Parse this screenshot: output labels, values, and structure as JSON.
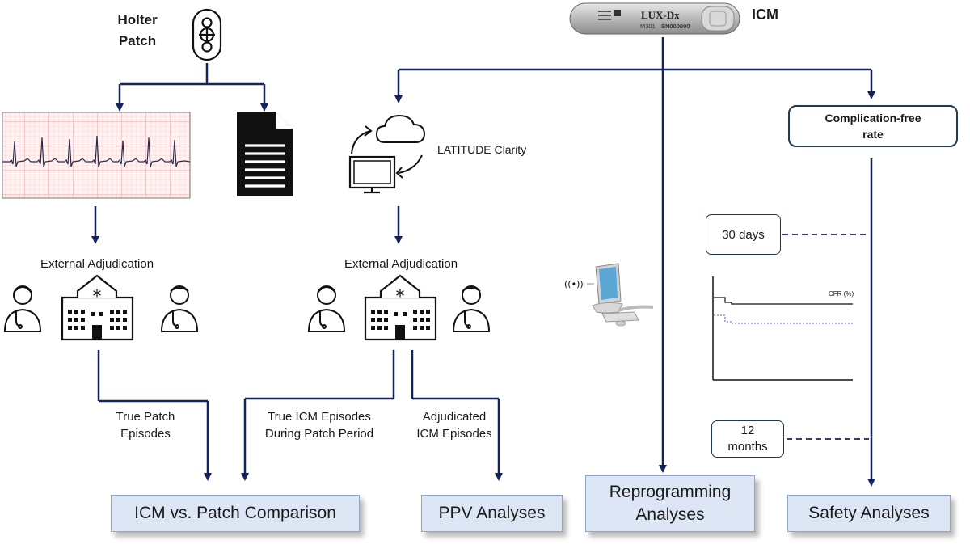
{
  "holter": {
    "title_line1": "Holter",
    "title_line2": "Patch"
  },
  "icm": {
    "title": "ICM",
    "device_brand": "LUX-Dx",
    "device_model": "M301",
    "device_serial": "SN000000"
  },
  "remote": {
    "label": "LATITUDE Clarity"
  },
  "adjudication": {
    "left_label": "External Adjudication",
    "right_label": "External Adjudication"
  },
  "flows": {
    "true_patch_line1": "True Patch",
    "true_patch_line2": "Episodes",
    "true_icm_line1": "True ICM Episodes",
    "true_icm_line2": "During Patch Period",
    "adjudicated_line1": "Adjudicated",
    "adjudicated_line2": "ICM Episodes"
  },
  "safety": {
    "cfr_line1": "Complication-free",
    "cfr_line2": "rate",
    "days": "30 days",
    "months_line1": "12",
    "months_line2": "months",
    "chart_label": "CFR (%)"
  },
  "outputs": {
    "comparison": "ICM vs. Patch Comparison",
    "ppv": "PPV Analyses",
    "reprogramming_line1": "Reprogramming",
    "reprogramming_line2": "Analyses",
    "safety": "Safety Analyses"
  },
  "colors": {
    "arrow": "#14235a",
    "box_fill": "#dce6f4",
    "ecg_grid": "#f2a3a3"
  }
}
